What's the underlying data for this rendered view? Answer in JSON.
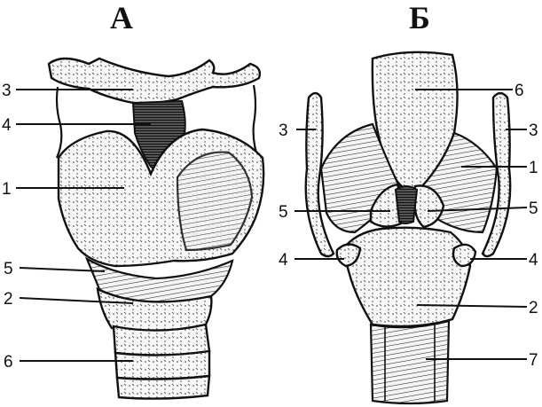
{
  "panels": [
    {
      "title": "А",
      "labels": {
        "l3": "3",
        "l4": "4",
        "l1": "1",
        "l5": "5",
        "l2": "2",
        "l6": "6"
      }
    },
    {
      "title": "Б",
      "labels": {
        "r6": "6",
        "r3a": "3",
        "r3b": "3",
        "r1": "1",
        "r5a": "5",
        "r5b": "5",
        "r4a": "4",
        "r4b": "4",
        "r2": "2",
        "r7": "7"
      }
    }
  ]
}
